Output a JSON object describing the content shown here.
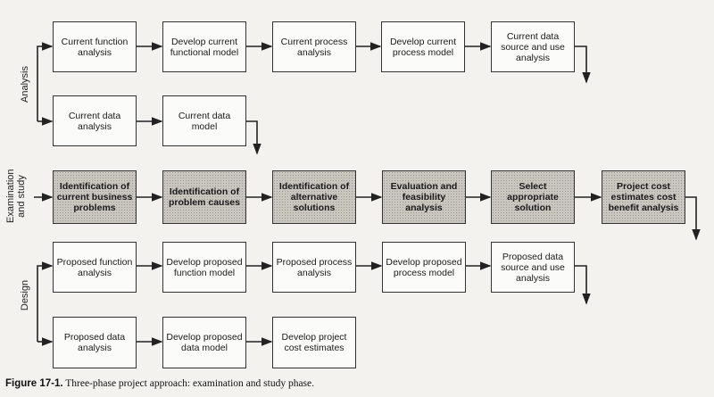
{
  "phases": {
    "analysis": "Analysis",
    "exam_line1": "Examination",
    "exam_line2": "and study",
    "design": "Design"
  },
  "analysis_row1": [
    "Current function analysis",
    "Develop current functional model",
    "Current process analysis",
    "Develop current process model",
    "Current data source and use analysis"
  ],
  "analysis_row2": [
    "Current data analysis",
    "Current data model"
  ],
  "exam_row": [
    "Identification of current business problems",
    "Identification of problem causes",
    "Identification of alternative solutions",
    "Evaluation and feasibility analysis",
    "Select appropriate solution",
    "Project cost estimates cost benefit analysis"
  ],
  "design_row1": [
    "Proposed function analysis",
    "Develop proposed function model",
    "Proposed process analysis",
    "Develop proposed process model",
    "Proposed data source and use analysis"
  ],
  "design_row2": [
    "Proposed data analysis",
    "Develop proposed data model",
    "Develop project cost estimates"
  ],
  "caption": {
    "label": "Figure 17-1.",
    "text": " Three-phase project approach: examination and study phase."
  }
}
